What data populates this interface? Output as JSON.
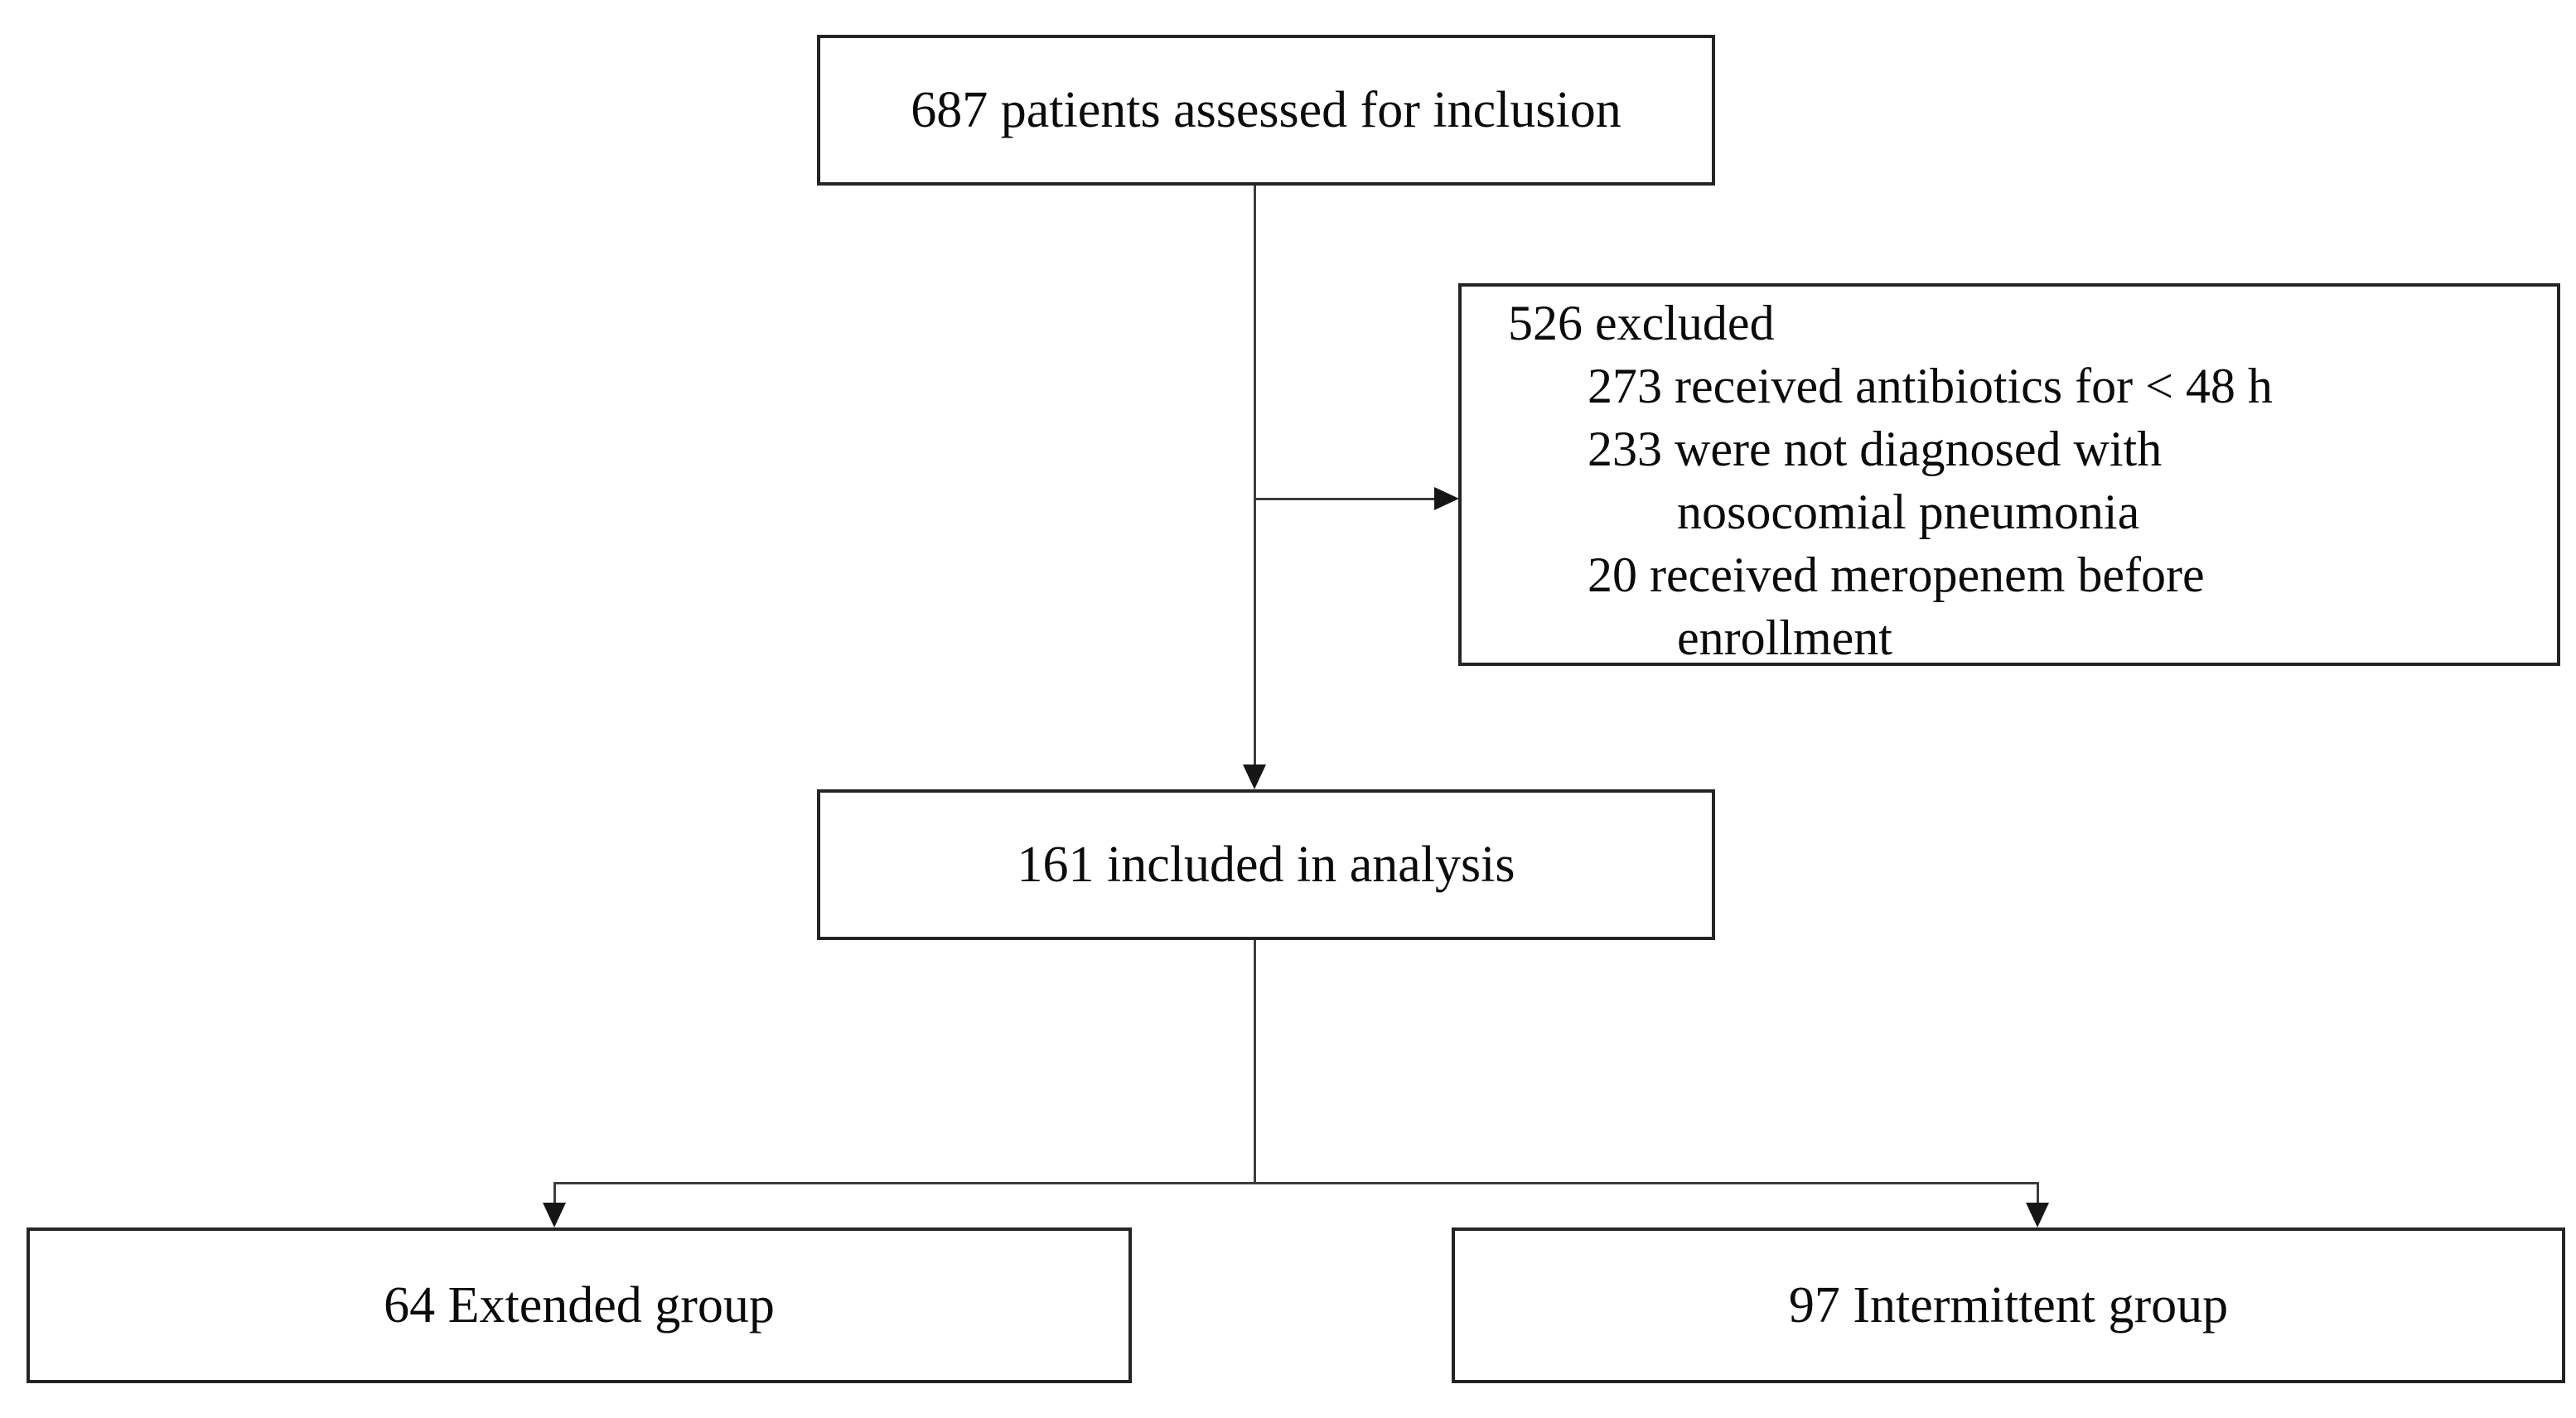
{
  "diagram": {
    "kind": "patient-flow-diagram",
    "boxes": {
      "assessed": {
        "label": "687 patients assessed for inclusion"
      },
      "excluded": {
        "lines": [
          {
            "text": "526 excluded",
            "indent": 0
          },
          {
            "text": "273 received antibiotics for < 48 h",
            "indent": 1
          },
          {
            "text": "233 were not diagnosed with",
            "indent": 1
          },
          {
            "text": "nosocomial pneumonia",
            "indent": 2
          },
          {
            "text": "20 received meropenem before",
            "indent": 1
          },
          {
            "text": "enrollment",
            "indent": 2
          }
        ]
      },
      "included": {
        "label": "161 included in analysis"
      },
      "extended": {
        "label": "64 Extended group"
      },
      "intermittent": {
        "label": "97 Intermittent group"
      }
    },
    "counts": {
      "assessed": 687,
      "excluded": 526,
      "excluded_antibiotics_lt_48h": 273,
      "excluded_no_nosocomial_pneumonia": 233,
      "excluded_meropenem_before_enrollment": 20,
      "included": 161,
      "extended_group": 64,
      "intermittent_group": 97
    },
    "palette": {
      "background": "#ffffff",
      "box_border": "#242424",
      "connector_line": "#3c3c3c",
      "arrowhead": "#161616",
      "text": "#0b0b0b"
    }
  }
}
